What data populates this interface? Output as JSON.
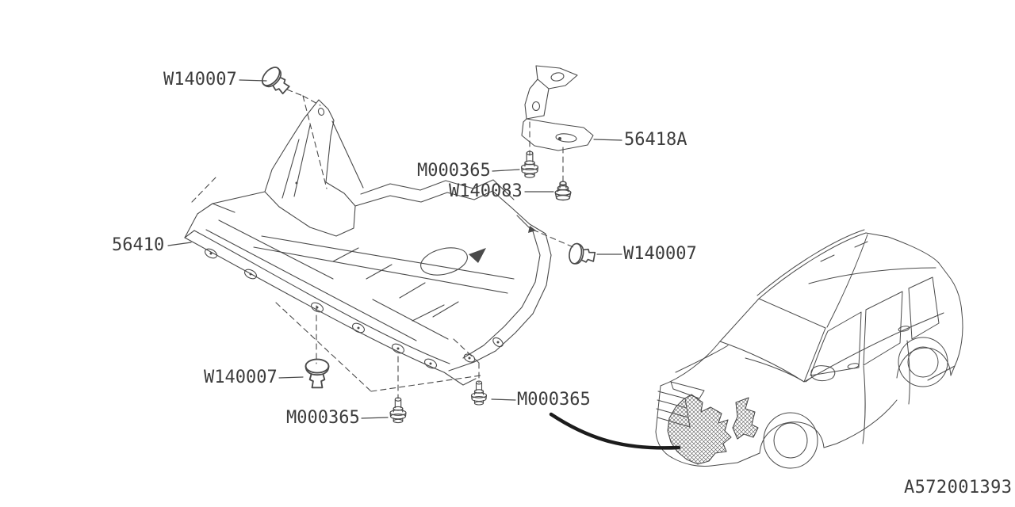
{
  "diagram": {
    "code": "A572001393",
    "callouts": [
      {
        "id": "w140007-top",
        "label": "W140007"
      },
      {
        "id": "56418a",
        "label": "56418A"
      },
      {
        "id": "m000365-upper",
        "label": "M000365"
      },
      {
        "id": "w140083",
        "label": "W140083"
      },
      {
        "id": "56410",
        "label": "56410"
      },
      {
        "id": "w140007-right",
        "label": "W140007"
      },
      {
        "id": "w140007-bottom",
        "label": "W140007"
      },
      {
        "id": "m000365-lower-left",
        "label": "M000365"
      },
      {
        "id": "m000365-lower-mid",
        "label": "M000365"
      }
    ],
    "colors": {
      "line": "#4a4a4a",
      "text": "#3c3c3c",
      "background": "#ffffff",
      "location_arrow": "#1c1c1c"
    }
  }
}
